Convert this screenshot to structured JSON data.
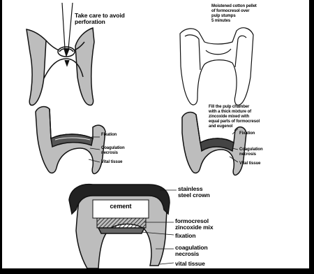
{
  "panels": {
    "panel_1": {
      "label": "Take care to avoid\nperforation"
    },
    "panel_2": {
      "label": "Moistened cotton pellet\nof formocresol over\npulp stumps\n5 minutes"
    },
    "panel_3": {
      "labels": [
        "Fixation",
        "Coagulation\nnecrosis",
        "Vital tissue"
      ]
    },
    "panel_4": {
      "label_top": "Fill the pulp chamber\nwith a thick mixture of\nzincoxide mixed with\nequal parts of formocresol\nand eugenol",
      "labels": [
        "Fixation",
        "Coagulation\nnecrosis",
        "Vital tissue"
      ]
    },
    "panel_5": {
      "center": "cement",
      "labels": [
        "stainless\nsteel crown",
        "formocresol\nzincoxide mix",
        "fixation",
        "coagulation\nnecrosis",
        "vital tissue"
      ]
    }
  },
  "colors": {
    "frame": "#000000",
    "paper": "#ffffff",
    "ink": "#111111",
    "enamel": "#bdbdbd",
    "zone": "#555555",
    "crown": "#222222"
  }
}
